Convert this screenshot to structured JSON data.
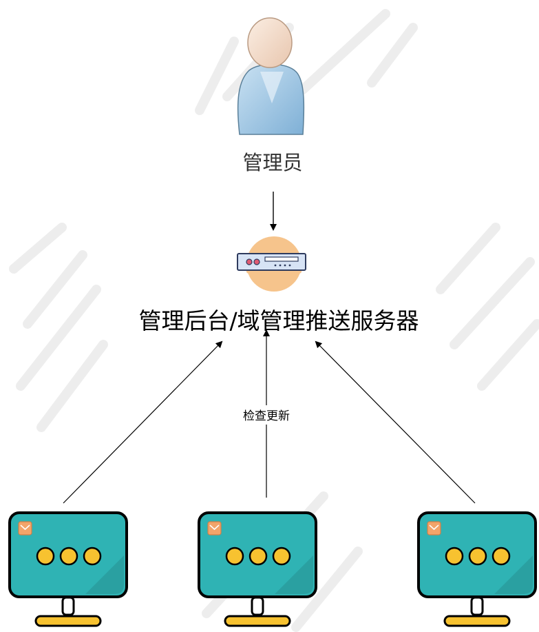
{
  "nodes": {
    "admin": {
      "label": "管理员"
    },
    "server": {
      "label": "管理后台/域管理推送服务器"
    },
    "clients": [
      {
        "id": "client-1"
      },
      {
        "id": "client-2"
      },
      {
        "id": "client-3"
      }
    ]
  },
  "edges": {
    "check_update_label": "检查更新"
  },
  "colors": {
    "monitor_screen": "#2fb3b4",
    "monitor_frame": "#000000",
    "monitor_dots": "#f7c230",
    "monitor_stand": "#f7c230",
    "mail_badge": "#f3a46a",
    "server_halo": "#f6c48c",
    "server_body": "#d7e3f5",
    "admin_body": "#9ec7e3",
    "admin_head": "#f4dcc9",
    "arrow": "#000000"
  }
}
